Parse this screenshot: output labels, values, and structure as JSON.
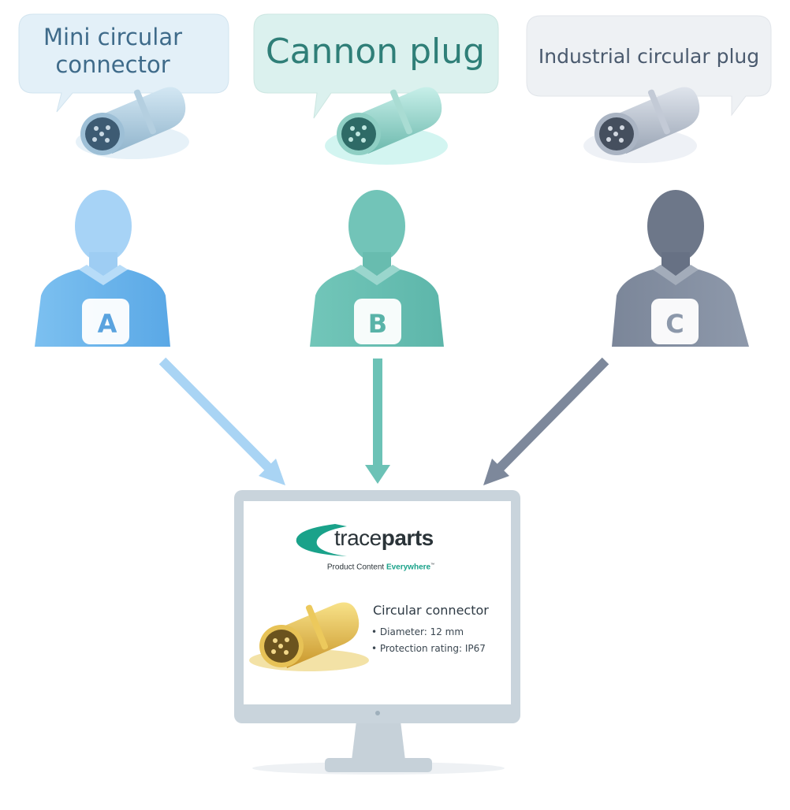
{
  "bubbles": [
    {
      "text": "Mini circular\nconnector",
      "color": "#5aa3df"
    },
    {
      "text": "Cannon plug",
      "color": "#59b3a8"
    },
    {
      "text": "Industrial circular plug",
      "color": "#8c98aa"
    }
  ],
  "people": [
    {
      "badge": "A",
      "color": "#6bb3ec"
    },
    {
      "badge": "B",
      "color": "#6cc2b6"
    },
    {
      "badge": "C",
      "color": "#8c98aa"
    }
  ],
  "monitor": {
    "logo_word_regular": "trace",
    "logo_word_bold": "parts",
    "tagline_regular": "Product Content ",
    "tagline_accent": "Everywhere",
    "tagline_mark": "™",
    "product_title": "Circular connector",
    "specs": [
      "Diameter: 12 mm",
      "Protection rating: IP67"
    ],
    "accent_color": "#1aa28a",
    "product_color": "#e2b93b"
  }
}
